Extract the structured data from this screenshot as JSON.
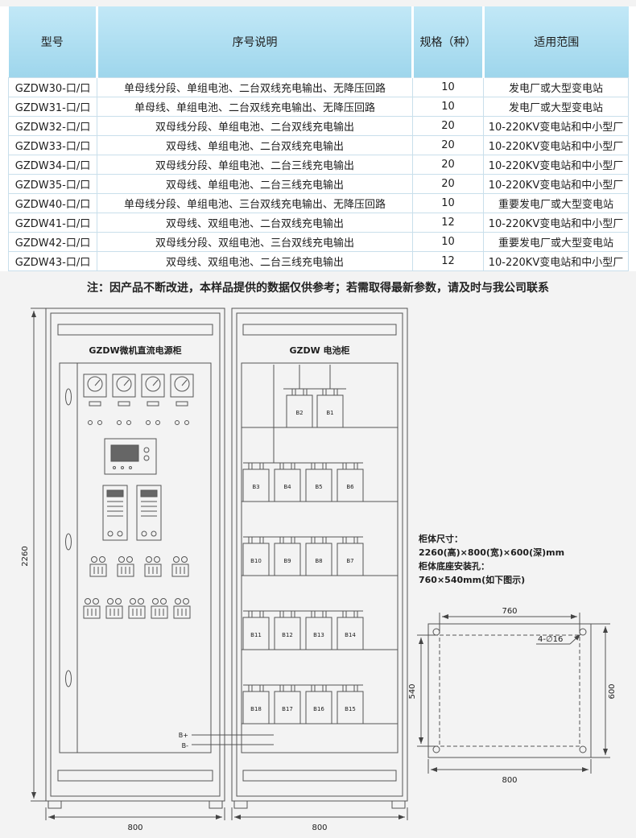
{
  "table": {
    "headers": [
      "型号",
      "序号说明",
      "规格（种）",
      "适用范围"
    ],
    "rows": [
      [
        "GZDW30-口/口",
        "单母线分段、单组电池、二台双线充电输出、无降压回路",
        "10",
        "发电厂或大型变电站"
      ],
      [
        "GZDW31-口/口",
        "单母线、单组电池、二台双线充电输出、无降压回路",
        "10",
        "发电厂或大型变电站"
      ],
      [
        "GZDW32-口/口",
        "双母线分段、单组电池、二台双线充电输出",
        "20",
        "10-220KV变电站和中小型厂"
      ],
      [
        "GZDW33-口/口",
        "双母线、单组电池、二台双线充电输出",
        "20",
        "10-220KV变电站和中小型厂"
      ],
      [
        "GZDW34-口/口",
        "双母线分段、单组电池、二台三线充电输出",
        "20",
        "10-220KV变电站和中小型厂"
      ],
      [
        "GZDW35-口/口",
        "双母线、单组电池、二台三线充电输出",
        "20",
        "10-220KV变电站和中小型厂"
      ],
      [
        "GZDW40-口/口",
        "单母线分段、单组电池、三台双线充电输出、无降压回路",
        "10",
        "重要发电厂或大型变电站"
      ],
      [
        "GZDW41-口/口",
        "双母线、双组电池、二台双线充电输出",
        "12",
        "10-220KV变电站和中小型厂"
      ],
      [
        "GZDW42-口/口",
        "双母线分段、双组电池、三台双线充电输出",
        "10",
        "重要发电厂或大型变电站"
      ],
      [
        "GZDW43-口/口",
        "双母线、双组电池、二台三线充电输出",
        "12",
        "10-220KV变电站和中小型厂"
      ]
    ]
  },
  "note": "注：因产品不断改进，本样品提供的数据仅供参考；若需取得最新参数，请及时与我公司联系",
  "diagram": {
    "left_cabinet_title": "GZDW微机直流电源柜",
    "right_cabinet_title": "GZDW 电池柜",
    "height_dim": "2260",
    "left_cabinet_width_dim": "800",
    "right_cabinet_width_dim": "800",
    "bus_positive": "B+",
    "bus_negative": "B-",
    "battery_rows": [
      [
        "B2",
        "B1"
      ],
      [
        "B3",
        "B4",
        "B5",
        "B6"
      ],
      [
        "B10",
        "B9",
        "B8",
        "B7"
      ],
      [
        "B11",
        "B12",
        "B13",
        "B14"
      ],
      [
        "B18",
        "B17",
        "B16",
        "B15"
      ]
    ],
    "spec_lines": [
      "柜体尺寸：",
      "2260(高)×800(宽)×600(深)mm",
      "柜体底座安装孔：",
      "760×540mm(如下图示)"
    ],
    "mount": {
      "top_dim": "760",
      "left_dim": "540",
      "right_dim": "600",
      "bottom_dim": "800",
      "hole_label": "4-∅16"
    }
  }
}
